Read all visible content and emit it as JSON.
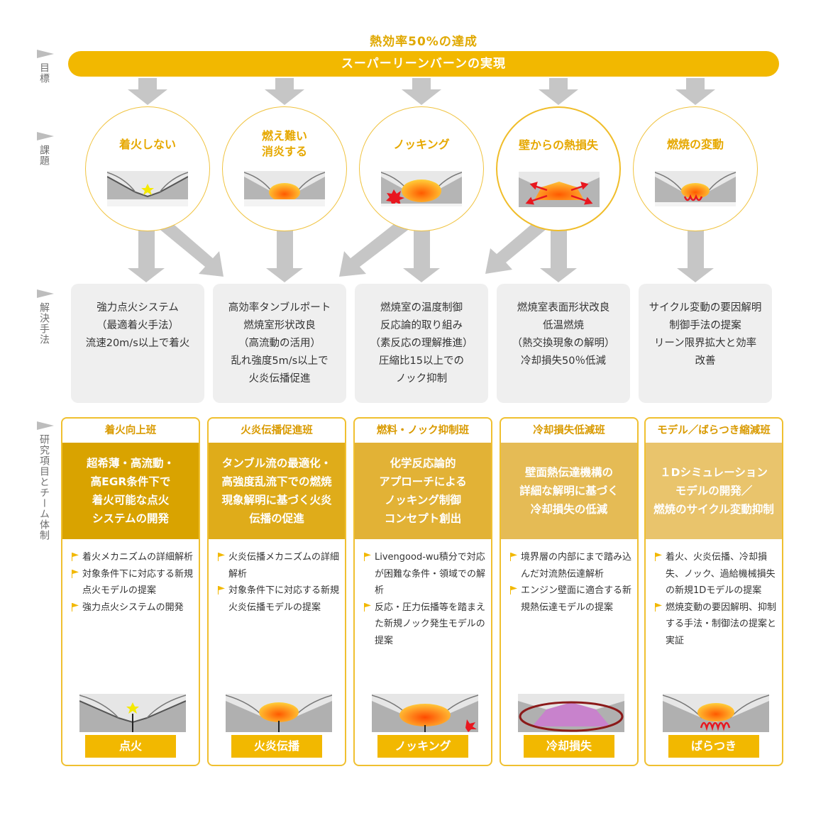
{
  "side_labels": {
    "goal": "目標",
    "challenge": "課題",
    "solution": "解決手法",
    "research": "研究項目とチーム体制"
  },
  "goal": {
    "top": "熱効率50%の達成",
    "bar": "スーパーリーンバーンの実現"
  },
  "challenges": [
    {
      "title": [
        "着火しない"
      ]
    },
    {
      "title": [
        "燃え難い",
        "消炎する"
      ]
    },
    {
      "title": [
        "ノッキング"
      ]
    },
    {
      "title": [
        "壁からの熱損失"
      ]
    },
    {
      "title": [
        "燃焼の変動"
      ]
    }
  ],
  "solutions": [
    {
      "lines": [
        "強力点火システム",
        "（最適着火手法）",
        "流速20m/s以上で着火"
      ]
    },
    {
      "lines": [
        "高効率タンブルポート",
        "燃焼室形状改良",
        "（高流動の活用）",
        "乱れ強度5m/s以上で",
        "火炎伝播促進"
      ]
    },
    {
      "lines": [
        "燃焼室の温度制御",
        "反応論的取り組み",
        "（素反応の理解推進）",
        "圧縮比15以上での",
        "ノック抑制"
      ]
    },
    {
      "lines": [
        "燃焼室表面形状改良",
        "低温燃焼",
        "（熱交換現象の解明）",
        "冷却損失50％低減"
      ]
    },
    {
      "lines": [
        "サイクル変動の要因解明",
        "制御手法の提案",
        "リーン限界拡大と効率",
        "改善"
      ]
    }
  ],
  "teams": [
    {
      "name": "着火向上班",
      "goal": [
        "超希薄・高流動・",
        "高EGR条件下で",
        "着火可能な点火",
        "システムの開発"
      ],
      "items": [
        "着火メカニズムの詳細解析",
        "対象条件下に対応する新規点火モデルの提案",
        "強力点火システムの開発"
      ],
      "button": "点火",
      "color": "#d9a300"
    },
    {
      "name": "火炎伝播促進班",
      "goal": [
        "タンブル流の最適化・",
        "高強度乱流下での燃焼",
        "現象解明に基づく火炎",
        "伝播の促進"
      ],
      "items": [
        "火炎伝播メカニズムの詳細解析",
        "対象条件下に対応する新規火炎伝播モデルの提案"
      ],
      "button": "火炎伝播",
      "color": "#dfac1a"
    },
    {
      "name": "燃料・ノック抑制班",
      "goal": [
        "化学反応論的",
        "アプローチによる",
        "ノッキング制御",
        "コンセプト創出"
      ],
      "items": [
        "Livengood-wu積分で対応が困難な条件・領域での解析",
        "反応・圧力伝播等を踏まえた新規ノック発生モデルの提案"
      ],
      "button": "ノッキング",
      "color": "#e2b236"
    },
    {
      "name": "冷却損失低減班",
      "goal": [
        "壁面熱伝達機構の",
        "詳細な解明に基づく",
        "冷却損失の低減"
      ],
      "items": [
        "境界層の内部にまで踏み込んだ対流熱伝達解析",
        "エンジン壁面に適合する新規熱伝達モデルの提案"
      ],
      "button": "冷却損失",
      "color": "#e5bb55"
    },
    {
      "name": "モデル／ばらつき縮減班",
      "goal": [
        "１Dシミュレーション",
        "モデルの開発／",
        "燃焼のサイクル変動抑制"
      ],
      "items": [
        "着火、火炎伝播、冷却損失、ノック、過給機械損失の新規1Dモデルの提案",
        "燃焼変動の要因解明、抑制する手法・制御法の提案と実証"
      ],
      "button": "ばらつき",
      "color": "#e9c46c"
    }
  ],
  "colors": {
    "accent": "#f2b800",
    "accent_text": "#e0a800",
    "arrow_gray": "#c4c4c4",
    "box_gray": "#efefef"
  }
}
